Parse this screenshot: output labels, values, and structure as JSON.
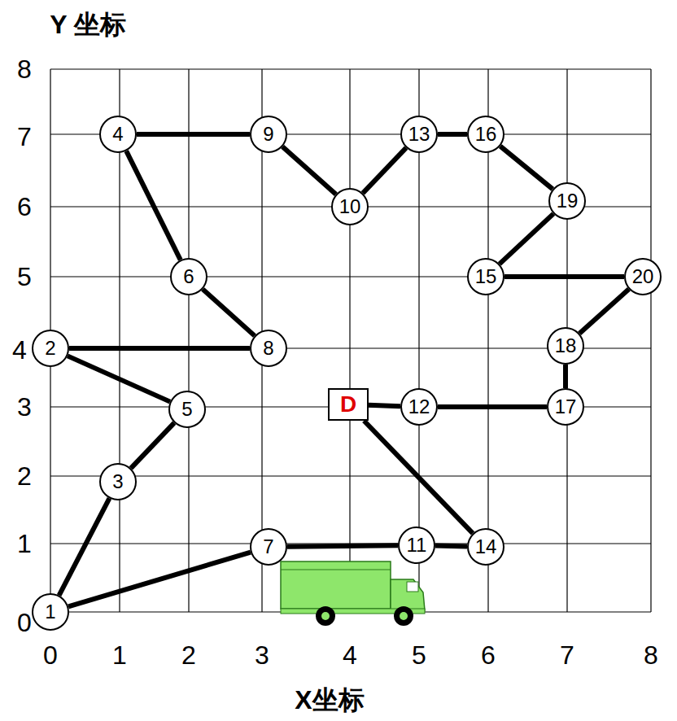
{
  "diagram": {
    "nodes": [
      {
        "text": [
          "1"
        ]
      },
      {
        "text": [
          "2"
        ]
      },
      {
        "text": [
          "3"
        ]
      },
      {
        "text": [
          "4"
        ]
      },
      {
        "text": [
          "5"
        ]
      },
      {
        "text": [
          "6"
        ]
      },
      {
        "text": [
          "7"
        ]
      },
      {
        "text": [
          "8"
        ]
      },
      {
        "text": [
          "9"
        ]
      },
      {
        "text": [
          "10"
        ]
      },
      {
        "text": [
          "11"
        ]
      },
      {
        "text": [
          "12"
        ]
      },
      {
        "text": [
          "13"
        ]
      },
      {
        "text": [
          "14"
        ]
      },
      {
        "text": [
          "15"
        ]
      },
      {
        "text": [
          "16"
        ]
      },
      {
        "text": [
          "17"
        ]
      },
      {
        "text": [
          "18"
        ]
      },
      {
        "text": [
          "19"
        ]
      },
      {
        "text": [
          "20"
        ]
      },
      {
        "text": [
          "D"
        ]
      }
    ],
    "edges": [
      {
        "from": 20,
        "to": 11,
        "arrow": "none"
      },
      {
        "from": 11,
        "to": 16,
        "arrow": "none"
      },
      {
        "from": 16,
        "to": 17,
        "arrow": "none"
      },
      {
        "from": 17,
        "to": 19,
        "arrow": "none"
      },
      {
        "from": 19,
        "to": 14,
        "arrow": "none"
      },
      {
        "from": 14,
        "to": 18,
        "arrow": "none"
      },
      {
        "from": 18,
        "to": 15,
        "arrow": "none"
      },
      {
        "from": 15,
        "to": 12,
        "arrow": "none"
      },
      {
        "from": 12,
        "to": 9,
        "arrow": "none"
      },
      {
        "from": 9,
        "to": 8,
        "arrow": "none"
      },
      {
        "from": 8,
        "to": 3,
        "arrow": "none"
      },
      {
        "from": 3,
        "to": 5,
        "arrow": "none"
      },
      {
        "from": 5,
        "to": 7,
        "arrow": "none"
      },
      {
        "from": 7,
        "to": 1,
        "arrow": "none"
      },
      {
        "from": 1,
        "to": 4,
        "arrow": "none"
      },
      {
        "from": 4,
        "to": 2,
        "arrow": "none"
      },
      {
        "from": 2,
        "to": 0,
        "arrow": "none"
      },
      {
        "from": 0,
        "to": 6,
        "arrow": "none"
      },
      {
        "from": 6,
        "to": 10,
        "arrow": "none"
      },
      {
        "from": 10,
        "to": 13,
        "arrow": "none"
      },
      {
        "from": 13,
        "to": 20,
        "arrow": "none"
      }
    ],
    "labels": [
      "Y 坐标",
      "8",
      "7",
      "6",
      "5",
      "4",
      "3",
      "2",
      "1",
      "0",
      "0",
      "1",
      "2",
      "3",
      "4",
      "5",
      "6",
      "7",
      "8",
      "X坐标"
    ]
  }
}
